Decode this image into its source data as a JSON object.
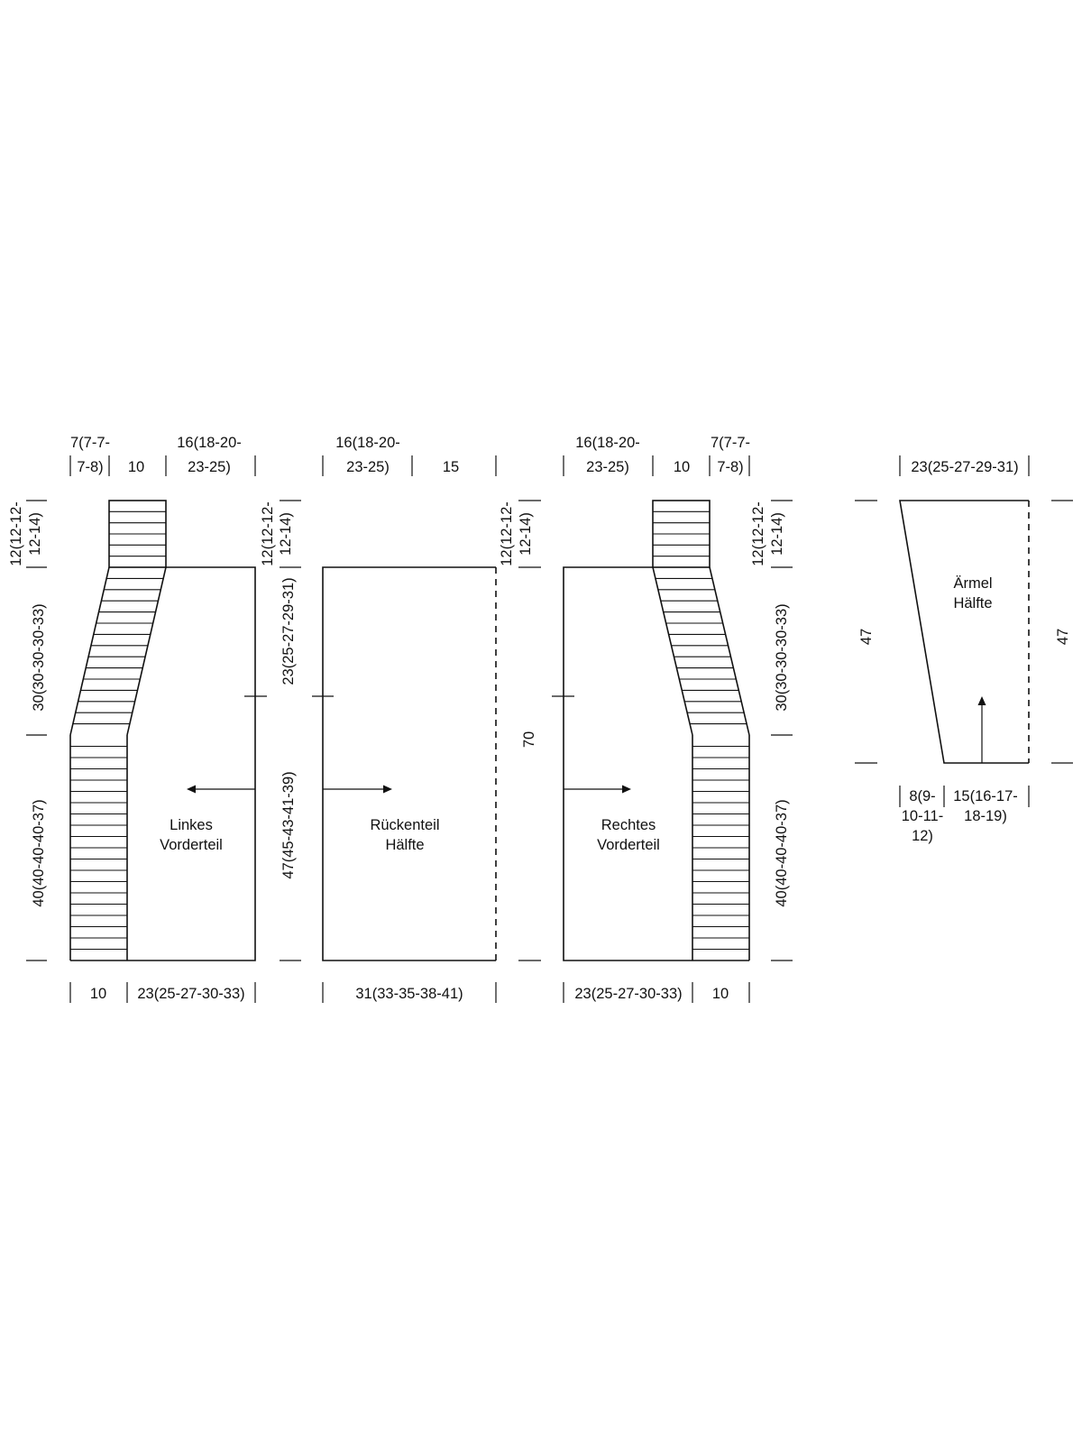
{
  "colors": {
    "ink": "#111111",
    "background": "#ffffff"
  },
  "left_front": {
    "name_line1": "Linkes",
    "name_line2": "Vorderteil",
    "top_collar_width_l1": "7(7-7-",
    "top_collar_width_l2": "7-8)",
    "top_collar_10": "10",
    "top_shoulder_l1": "16(18-20-",
    "top_shoulder_l2": "23-25)",
    "left_collar_height_l1": "12(12-12-",
    "left_collar_height_l2": "12-14)",
    "left_slope_height": "30(30-30-30-33)",
    "left_lower_height": "40(40-40-40-37)",
    "right_collar_height_l1": "12(12-12-",
    "right_collar_height_l2": "12-14)",
    "right_armhole": "23(25-27-29-31)",
    "right_side": "47(45-43-41-39)",
    "bottom_band": "10",
    "bottom_body": "23(25-27-30-33)"
  },
  "back": {
    "name_line1": "Rückenteil",
    "name_line2": "Hälfte",
    "top_shoulder_l1": "16(18-20-",
    "top_shoulder_l2": "23-25)",
    "top_neck": "15",
    "right_collar_height_l1": "12(12-12-",
    "right_collar_height_l2": "12-14)",
    "total_length": "70",
    "bottom_width": "31(33-35-38-41)"
  },
  "right_front": {
    "name_line1": "Rechtes",
    "name_line2": "Vorderteil",
    "top_shoulder_l1": "16(18-20-",
    "top_shoulder_l2": "23-25)",
    "top_collar_10": "10",
    "top_collar_width_l1": "7(7-7-",
    "top_collar_width_l2": "7-8)",
    "right_collar_height_l1": "12(12-12-",
    "right_collar_height_l2": "12-14)",
    "right_slope_height": "30(30-30-30-33)",
    "right_lower_height": "40(40-40-40-37)",
    "bottom_body": "23(25-27-30-33)",
    "bottom_band": "10"
  },
  "sleeve": {
    "name_line1": "Ärmel",
    "name_line2": "Hälfte",
    "top_width": "23(25-27-29-31)",
    "left_height": "47",
    "right_height": "47",
    "bottom_a_l1": "8(9-",
    "bottom_a_l2": "10-11-",
    "bottom_a_l3": "12)",
    "bottom_b_l1": "15(16-17-",
    "bottom_b_l2": "18-19)"
  }
}
